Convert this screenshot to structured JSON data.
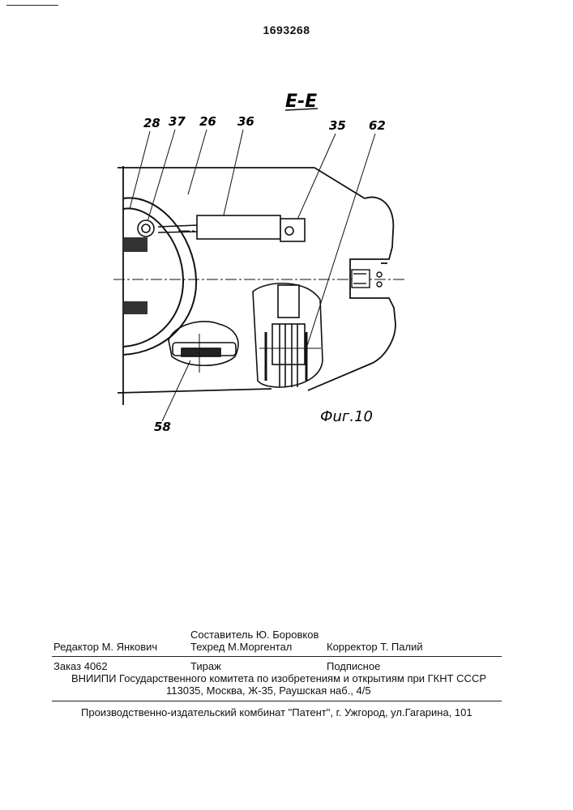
{
  "header": {
    "patent_number": "1693268"
  },
  "drawing": {
    "section_label": "E-E",
    "figure_label": "Фuг.10",
    "callouts": [
      "28",
      "37",
      "26",
      "36",
      "35",
      "62",
      "58"
    ]
  },
  "footer": {
    "editor": "Редактор  М. Янкович",
    "compiler": "Составитель Ю. Боровков",
    "techred": "Техред М.Моргентал",
    "corrector": "Корректор   Т. Палий",
    "order": "Заказ  4062",
    "circulation": "Тираж",
    "subscription": "Подписное",
    "org_line": "ВНИИПИ Государственного комитета по изобретениям и открытиям при ГКНТ СССР",
    "address_line": "113035, Москва, Ж-35, Раушская наб., 4/5",
    "publisher_line": "Производственно-издательский комбинат \"Патент\", г. Ужгород, ул.Гагарина, 101"
  }
}
